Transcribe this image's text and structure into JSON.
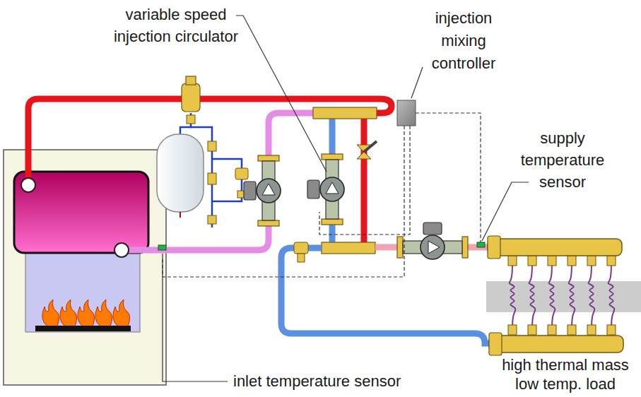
{
  "diagram": {
    "labels": [
      "variable speed injection circulator",
      "injection mixing controller",
      "supply temperature sensor",
      "inlet temperature sensor",
      "high thermal mass low temp. load"
    ]
  }
}
